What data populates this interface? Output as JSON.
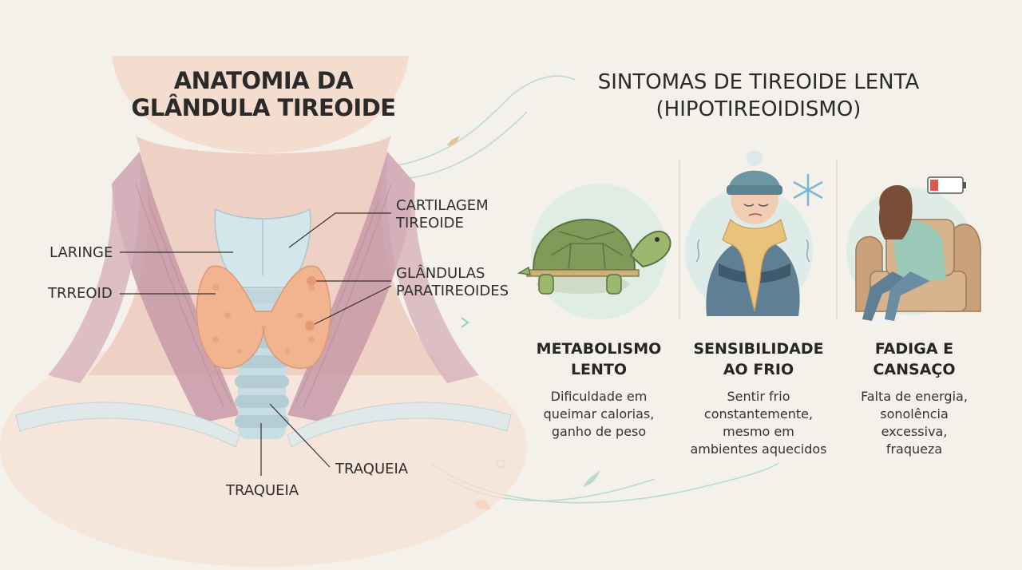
{
  "anatomy": {
    "title_line1": "ANATOMIA DA",
    "title_line2": "GLÂNDULA TIREOIDE",
    "labels": {
      "laringe": "LARINGE",
      "tireoid": "TRREOID",
      "cartilagem_line1": "CARTILAGEM",
      "cartilagem_line2": "TIREOIDE",
      "paratireoides_line1": "GLÂNDULAS",
      "paratireoides_line2": "PARATIREOIDES",
      "traqueia_bottom": "TRAQUEIA",
      "traqueia_right": "TRAQUEIA"
    }
  },
  "symptoms": {
    "title_line1": "SINTOMAS DE TIREOIDE LENTA",
    "title_line2": "(HIPOTIREOIDISMO)",
    "items": [
      {
        "icon": "turtle-icon",
        "heading_line1": "METABOLISMO",
        "heading_line2": "LENTO",
        "desc_line1": "Dificuldade em",
        "desc_line2": "queimar calorias,",
        "desc_line3": "ganho de peso"
      },
      {
        "icon": "cold-person-icon",
        "heading_line1": "SENSIBILIDADE",
        "heading_line2": "AO FRIO",
        "desc_line1": "Sentir frio",
        "desc_line2": "constantemente,",
        "desc_line3": "mesmo em",
        "desc_line4": "ambientes aquecidos"
      },
      {
        "icon": "tired-person-icon",
        "heading_line1": "FADIGA E",
        "heading_line2": "CANSAÇO",
        "desc_line1": "Falta de energia,",
        "desc_line2": "sonolência",
        "desc_line3": "excessiva,",
        "desc_line4": "fraqueza"
      }
    ]
  },
  "colors": {
    "background": "#f3f1ea",
    "skin": "#f1d2c4",
    "muscle": "#c9a0ac",
    "thyroid": "#f2b48f",
    "cartilage": "#cfe3ea",
    "accent_teal": "#b9ddd6"
  }
}
